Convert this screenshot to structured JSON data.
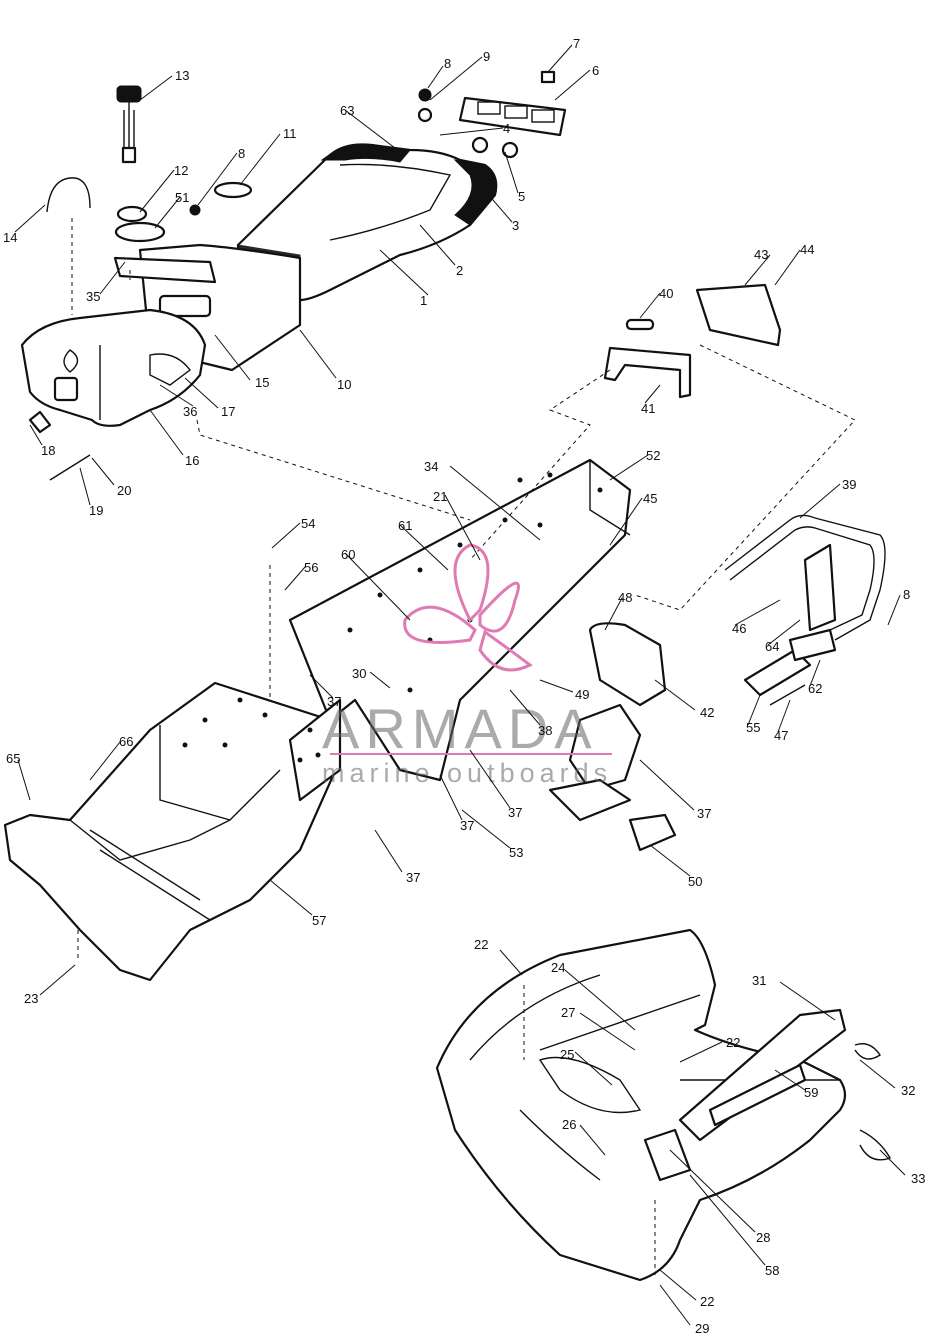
{
  "watermark": {
    "brand": "ARMADA",
    "tagline": "marine outboards",
    "logo_color": "#e07ab5",
    "text_color": "#666666"
  },
  "callouts": [
    {
      "id": "c1",
      "label": "1"
    },
    {
      "id": "c2",
      "label": "2"
    },
    {
      "id": "c3",
      "label": "3"
    },
    {
      "id": "c4",
      "label": "4"
    },
    {
      "id": "c5",
      "label": "5"
    },
    {
      "id": "c6",
      "label": "6"
    },
    {
      "id": "c7",
      "label": "7"
    },
    {
      "id": "c8a",
      "label": "8"
    },
    {
      "id": "c8b",
      "label": "8"
    },
    {
      "id": "c8c",
      "label": "8"
    },
    {
      "id": "c9",
      "label": "9"
    },
    {
      "id": "c10",
      "label": "10"
    },
    {
      "id": "c11",
      "label": "11"
    },
    {
      "id": "c12",
      "label": "12"
    },
    {
      "id": "c13",
      "label": "13"
    },
    {
      "id": "c14",
      "label": "14"
    },
    {
      "id": "c15",
      "label": "15"
    },
    {
      "id": "c16",
      "label": "16"
    },
    {
      "id": "c17",
      "label": "17"
    },
    {
      "id": "c18",
      "label": "18"
    },
    {
      "id": "c19",
      "label": "19"
    },
    {
      "id": "c20",
      "label": "20"
    },
    {
      "id": "c21",
      "label": "21"
    },
    {
      "id": "c22a",
      "label": "22"
    },
    {
      "id": "c22b",
      "label": "22"
    },
    {
      "id": "c22c",
      "label": "22"
    },
    {
      "id": "c23",
      "label": "23"
    },
    {
      "id": "c24",
      "label": "24"
    },
    {
      "id": "c25",
      "label": "25"
    },
    {
      "id": "c26",
      "label": "26"
    },
    {
      "id": "c27",
      "label": "27"
    },
    {
      "id": "c28",
      "label": "28"
    },
    {
      "id": "c29",
      "label": "29"
    },
    {
      "id": "c30",
      "label": "30"
    },
    {
      "id": "c31",
      "label": "31"
    },
    {
      "id": "c32",
      "label": "32"
    },
    {
      "id": "c33",
      "label": "33"
    },
    {
      "id": "c34",
      "label": "34"
    },
    {
      "id": "c35",
      "label": "35"
    },
    {
      "id": "c36",
      "label": "36"
    },
    {
      "id": "c37a",
      "label": "37"
    },
    {
      "id": "c37b",
      "label": "37"
    },
    {
      "id": "c37c",
      "label": "37"
    },
    {
      "id": "c37d",
      "label": "37"
    },
    {
      "id": "c37e",
      "label": "37"
    },
    {
      "id": "c38",
      "label": "38"
    },
    {
      "id": "c39",
      "label": "39"
    },
    {
      "id": "c40",
      "label": "40"
    },
    {
      "id": "c41",
      "label": "41"
    },
    {
      "id": "c42",
      "label": "42"
    },
    {
      "id": "c43",
      "label": "43"
    },
    {
      "id": "c44",
      "label": "44"
    },
    {
      "id": "c45",
      "label": "45"
    },
    {
      "id": "c46",
      "label": "46"
    },
    {
      "id": "c47",
      "label": "47"
    },
    {
      "id": "c48",
      "label": "48"
    },
    {
      "id": "c49",
      "label": "49"
    },
    {
      "id": "c50",
      "label": "50"
    },
    {
      "id": "c51",
      "label": "51"
    },
    {
      "id": "c52",
      "label": "52"
    },
    {
      "id": "c53",
      "label": "53"
    },
    {
      "id": "c54",
      "label": "54"
    },
    {
      "id": "c55",
      "label": "55"
    },
    {
      "id": "c56",
      "label": "56"
    },
    {
      "id": "c57",
      "label": "57"
    },
    {
      "id": "c58",
      "label": "58"
    },
    {
      "id": "c59",
      "label": "59"
    },
    {
      "id": "c60",
      "label": "60"
    },
    {
      "id": "c61",
      "label": "61"
    },
    {
      "id": "c62",
      "label": "62"
    },
    {
      "id": "c63",
      "label": "63"
    },
    {
      "id": "c64",
      "label": "64"
    },
    {
      "id": "c65",
      "label": "65"
    },
    {
      "id": "c66",
      "label": "66"
    }
  ]
}
